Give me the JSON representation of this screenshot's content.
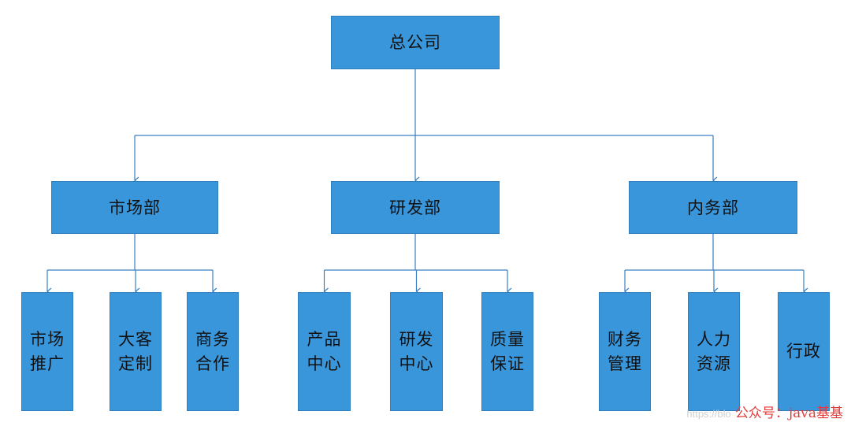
{
  "colors": {
    "node_fill": "#3a96db",
    "node_border": "#2f7fbe",
    "connector": "#3a7fc0",
    "watermark_text": "#e23b3b",
    "watermark_url": "#d0d0d0"
  },
  "diagram": {
    "root": {
      "label": "总公司"
    },
    "departments": [
      {
        "label": "市场部",
        "teams": [
          {
            "label": "市场\n推广"
          },
          {
            "label": "大客\n定制"
          },
          {
            "label": "商务\n合作"
          }
        ]
      },
      {
        "label": "研发部",
        "teams": [
          {
            "label": "产品\n中心"
          },
          {
            "label": "研发\n中心"
          },
          {
            "label": "质量\n保证"
          }
        ]
      },
      {
        "label": "内务部",
        "teams": [
          {
            "label": "财务\n管理"
          },
          {
            "label": "人力\n资源"
          },
          {
            "label": "行政"
          }
        ]
      }
    ]
  },
  "watermark": {
    "url": "https://blo",
    "text": "公众号：java基基"
  }
}
